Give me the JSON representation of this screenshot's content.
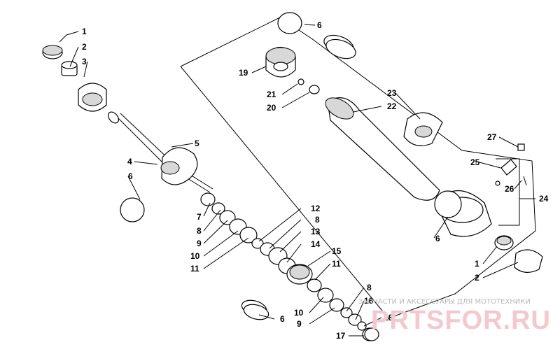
{
  "watermark": {
    "caption": "ЗАПЧАСТИ И АКСЕССУАРЫ ДЛЯ МОТОТЕХНИКИ",
    "brand": "PRTSFOR.RU"
  },
  "callouts": {
    "c1a": "1",
    "c2a": "2",
    "c3": "3",
    "c4": "4",
    "c5": "5",
    "c6a": "6",
    "c7": "7",
    "c8a": "8",
    "c9a": "9",
    "c10a": "10",
    "c11a": "11",
    "c12": "12",
    "c8b": "8",
    "c13": "13",
    "c14": "14",
    "c15": "15",
    "c11b": "11",
    "c6b": "6",
    "c10b": "10",
    "c9b": "9",
    "c8c": "8",
    "c16": "16",
    "c18": "18",
    "c17": "17",
    "c6c": "6",
    "c19": "19",
    "c21": "21",
    "c20": "20",
    "c23": "23",
    "c22": "22",
    "c27": "27",
    "c25": "25",
    "c26": "26",
    "c24": "24",
    "c6d": "6",
    "c1b": "1",
    "c2b": "2"
  }
}
